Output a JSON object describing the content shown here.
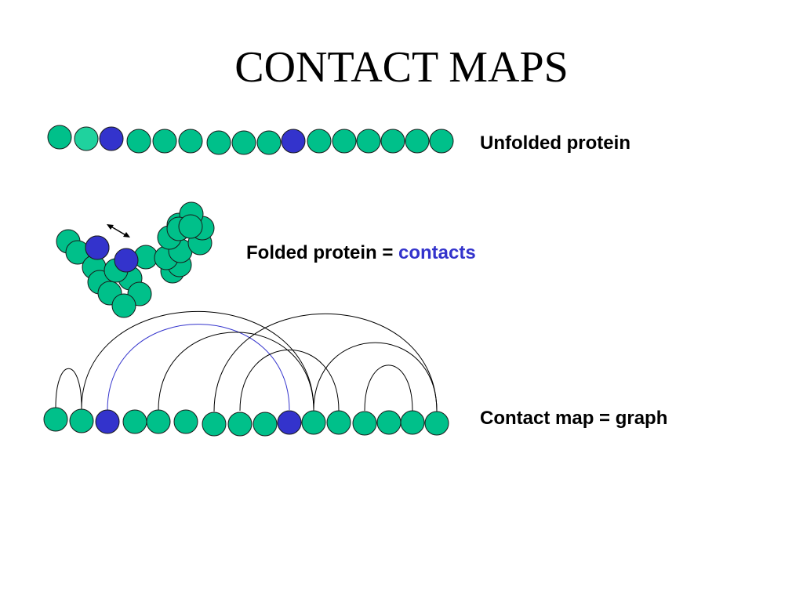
{
  "slide": {
    "title": "CONTACT MAPS"
  },
  "labels": {
    "unfolded": "Unfolded protein",
    "folded_prefix": "Folded protein = ",
    "folded_highlight": "contacts",
    "graph": "Contact map = graph"
  },
  "colors": {
    "residue": "#00c08a",
    "residue_light": "#1fd29e",
    "contact_residue": "#3333cc",
    "highlight_text": "#3333cc",
    "arc": "#000000",
    "highlight_arc": "#3333cc"
  },
  "chains": {
    "unfolded_residue_count": 16,
    "unfolded_contact_residues": [
      3,
      10
    ],
    "graph_residue_count": 16,
    "graph_contact_residues": [
      3,
      10
    ],
    "graph_contacts": [
      {
        "from": 1,
        "to": 2
      },
      {
        "from": 2,
        "to": 11
      },
      {
        "from": 3,
        "to": 10,
        "highlight": true
      },
      {
        "from": 5,
        "to": 11
      },
      {
        "from": 7,
        "to": 16
      },
      {
        "from": 8,
        "to": 12
      },
      {
        "from": 11,
        "to": 16
      },
      {
        "from": 13,
        "to": 15
      }
    ]
  }
}
